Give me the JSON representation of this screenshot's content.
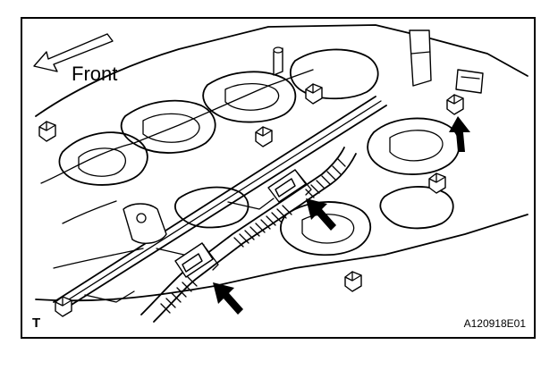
{
  "figure": {
    "direction_label": "Front",
    "corner_mark": "T",
    "figure_code": "A120918E01"
  },
  "colors": {
    "ink": "#000000",
    "paper": "#ffffff"
  },
  "icons": {
    "direction": "outline-arrow-left-up",
    "pointer": "solid-arrow"
  }
}
